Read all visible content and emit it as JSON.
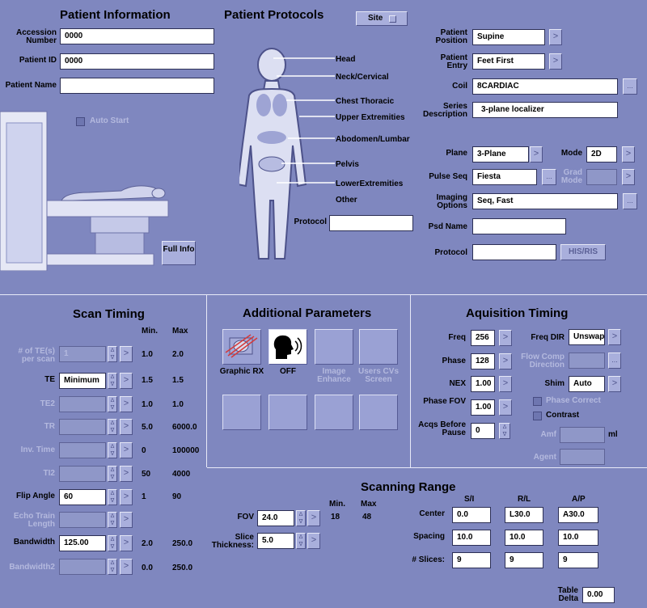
{
  "patient_info": {
    "title": "Patient Information",
    "accession_label": "Accession Number",
    "accession_value": "0000",
    "patient_id_label": "Patient ID",
    "patient_id_value": "0000",
    "patient_name_label": "Patient Name",
    "patient_name_value": "",
    "auto_start_label": "Auto Start",
    "full_info_label": "Full Info"
  },
  "protocols": {
    "title": "Patient Protocols",
    "site_button": "Site",
    "body_regions": [
      "Head",
      "Neck/Cervical",
      "Chest Thoracic",
      "Upper Extremities",
      "Abodomen/Lumbar",
      "Pelvis",
      "LowerExtremities",
      "Other"
    ],
    "protocol_label": "Protocol",
    "protocol_value": ""
  },
  "setup": {
    "position_label": "Patient Position",
    "position_value": "Supine",
    "entry_label": "Patient Entry",
    "entry_value": "Feet First",
    "coil_label": "Coil",
    "coil_value": "8CARDIAC",
    "series_label": "Series Description",
    "series_value": "3-plane localizer",
    "plane_label": "Plane",
    "plane_value": "3-Plane",
    "mode_label": "Mode",
    "mode_value": "2D",
    "pulse_label": "Pulse Seq",
    "pulse_value": "Fiesta",
    "grad_label": "Grad Mode",
    "grad_value": "",
    "imaging_label": "Imaging Options",
    "imaging_value": "Seq, Fast",
    "psd_label": "Psd Name",
    "psd_value": "",
    "protocol_label": "Protocol",
    "protocol_value": "",
    "his_button": "HIS/RIS"
  },
  "scan_timing": {
    "title": "Scan Timing",
    "min_header": "Min.",
    "max_header": "Max",
    "rows": [
      {
        "label": "# of TE(s) per scan",
        "value": "1",
        "min": "1.0",
        "max": "2.0"
      },
      {
        "label": "TE",
        "value": "Minimum",
        "min": "1.5",
        "max": "1.5"
      },
      {
        "label": "TE2",
        "value": "",
        "min": "1.0",
        "max": "1.0"
      },
      {
        "label": "TR",
        "value": "",
        "min": "5.0",
        "max": "6000.0"
      },
      {
        "label": "Inv. Time",
        "value": "",
        "min": "0",
        "max": "100000"
      },
      {
        "label": "TI2",
        "value": "",
        "min": "50",
        "max": "4000"
      },
      {
        "label": "Flip Angle",
        "value": "60",
        "min": "1",
        "max": "90"
      },
      {
        "label": "Echo Train Length",
        "value": "",
        "min": "",
        "max": ""
      },
      {
        "label": "Bandwidth",
        "value": "125.00",
        "min": "2.0",
        "max": "250.0"
      },
      {
        "label": "Bandwidth2",
        "value": "",
        "min": "0.0",
        "max": "250.0"
      }
    ]
  },
  "additional": {
    "title": "Additional Parameters",
    "tiles": [
      "Graphic RX",
      "OFF",
      "Image Enhance",
      "Users CVs Screen"
    ]
  },
  "acquisition": {
    "title": "Aquisition Timing",
    "freq_label": "Freq",
    "freq_value": "256",
    "phase_label": "Phase",
    "phase_value": "128",
    "nex_label": "NEX",
    "nex_value": "1.00",
    "phase_fov_label": "Phase FOV",
    "phase_fov_value": "1.00",
    "acqs_label": "Acqs Before Pause",
    "acqs_value": "0",
    "freq_dir_label": "Freq DIR",
    "freq_dir_value": "Unswap",
    "flow_label": "Flow Comp Direction",
    "flow_value": "",
    "shim_label": "Shim",
    "shim_value": "Auto",
    "phase_correct_label": "Phase Correct",
    "contrast_label": "Contrast",
    "amf_label": "Amf",
    "amf_value": "",
    "amf_unit": "ml",
    "agent_label": "Agent",
    "agent_value": ""
  },
  "scanning_range": {
    "title": "Scanning Range",
    "fov_label": "FOV",
    "fov_value": "24.0",
    "slice_label": "Slice Thickness:",
    "slice_value": "5.0",
    "min_header": "Min.",
    "max_header": "Max",
    "min_value": "18",
    "max_value": "48",
    "col_si": "S/I",
    "col_rl": "R/L",
    "col_ap": "A/P",
    "center_label": "Center",
    "center": [
      "0.0",
      "L30.0",
      "A30.0"
    ],
    "spacing_label": "Spacing",
    "spacing": [
      "10.0",
      "10.0",
      "10.0"
    ],
    "slices_label": "# Slices:",
    "slices": [
      "9",
      "9",
      "9"
    ],
    "table_delta_label": "Table Delta",
    "table_delta_value": "0.00"
  }
}
